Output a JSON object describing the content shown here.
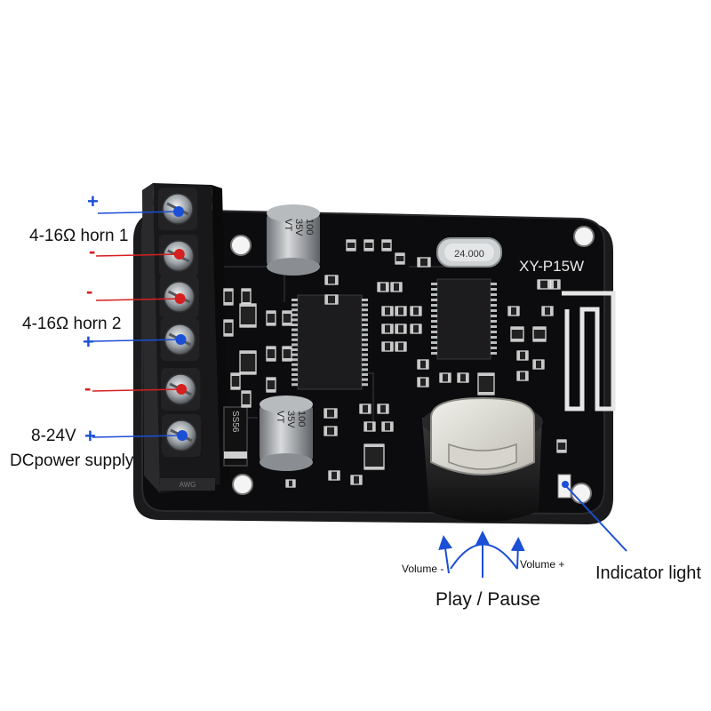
{
  "board": {
    "model": "XY-P15W",
    "crystal": "24.000",
    "cap1": [
      "100",
      "35V",
      "VT"
    ],
    "cap2": [
      "100",
      "35V",
      "VT"
    ],
    "diode": "SS56",
    "terminal_mark": "AWG"
  },
  "labels": {
    "horn1": "4-16Ω horn 1",
    "horn2": "4-16Ω  horn 2",
    "power_voltage": "8-24V",
    "power_desc": "DCpower supply",
    "indicator": "Indicator light",
    "volume_minus": "Volume -",
    "volume_plus": "Volume +",
    "play_pause": "Play / Pause"
  },
  "signs": {
    "plus": "+",
    "minus": "-"
  },
  "colors": {
    "positive_wire": "#1a4fd6",
    "negative_wire": "#d62020",
    "board": "#0c0c0e"
  }
}
